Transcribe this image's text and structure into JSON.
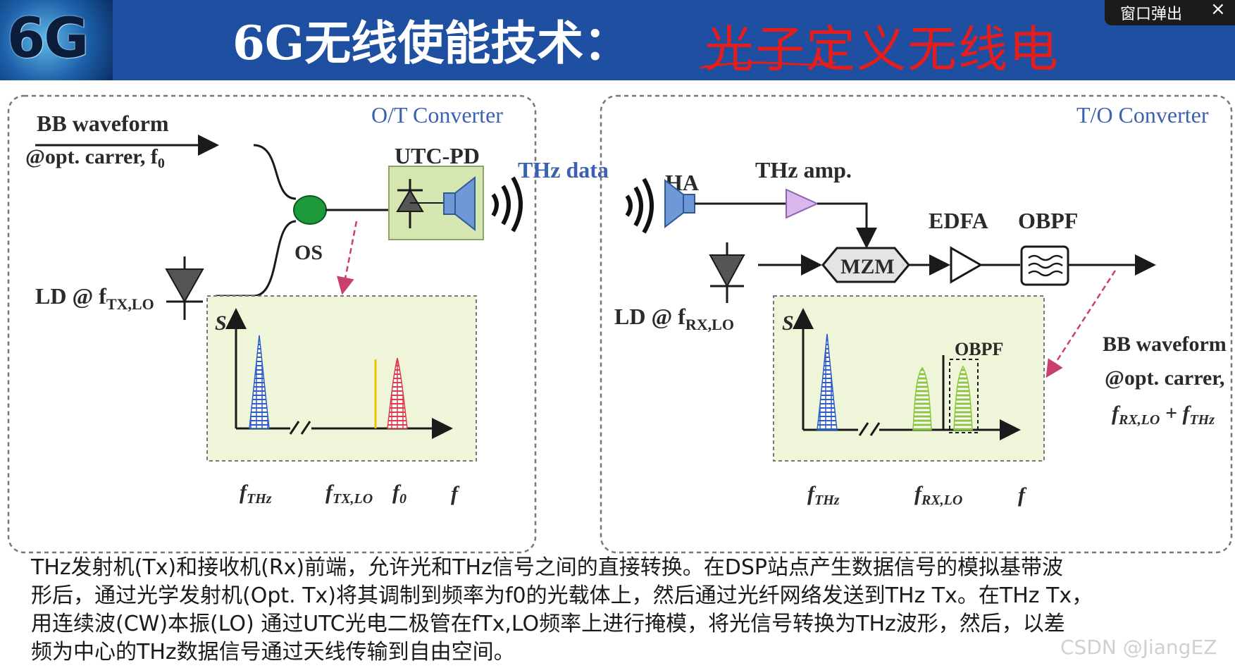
{
  "header": {
    "logo_text": "6G",
    "title": "6G无线使能技术：",
    "title_highlight": "光子定义无线电",
    "popup_label": "窗口弹出",
    "popup_close": "×"
  },
  "diagram": {
    "ot_converter": {
      "title": "O/T Converter",
      "bb_waveform": "BB waveform",
      "opt_carrier": "@opt. carrer, f",
      "opt_carrier_sub": "0",
      "utc_pd": "UTC-PD",
      "os": "OS",
      "ld": "LD @ f",
      "ld_sub": "TX,LO",
      "spectrum": {
        "s_axis": "S",
        "f_axis": "f",
        "ticks": [
          {
            "main": "f",
            "sub": "THz"
          },
          {
            "main": "f",
            "sub": "TX,LO"
          },
          {
            "main": "f",
            "sub": "0"
          }
        ]
      }
    },
    "thz_data": "THz data",
    "to_converter": {
      "title": "T/O Converter",
      "ha": "HA",
      "thz_amp": "THz amp.",
      "edfa": "EDFA",
      "obpf": "OBPF",
      "mzm": "MZM",
      "ld": "LD @ f",
      "ld_sub": "RX,LO",
      "bb_waveform": "BB waveform",
      "opt_carrier": "@opt. carrer,",
      "sum_main1": "f",
      "sum_sub1": "RX,LO",
      "sum_plus": " + ",
      "sum_main2": "f",
      "sum_sub2": "THz",
      "spectrum": {
        "s_axis": "S",
        "f_axis": "f",
        "obpf_label": "OBPF",
        "ticks": [
          {
            "main": "f",
            "sub": "THz"
          },
          {
            "main": "f",
            "sub": "RX,LO"
          }
        ]
      }
    }
  },
  "caption": {
    "line1": "THz发射机(Tx)和接收机(Rx)前端，允许光和THz信号之间的直接转换。在DSP站点产生数据信号的模拟基带波",
    "line2": "形后，通过光学发射机(Opt. Tx)将其调制到频率为f0的光载体上，然后通过光纤网络发送到THz Tx。在THz Tx，",
    "line3": "用连续波(CW)本振(LO) 通过UTC光电二极管在fTx,LO频率上进行掩模，将光信号转换为THz波形，然后，以差",
    "line4": "频为中心的THz数据信号通过天线传输到自由空间。"
  },
  "watermark": "CSDN @JiangEZ",
  "colors": {
    "header_bg": "#1e4fa0",
    "title_highlight": "#e41d1d",
    "converter_title": "#3a62b0",
    "utc_pd_box": "#d5e6b0",
    "coupler": "#1f9a3a",
    "horn_antenna": "#6d9ad6",
    "thz_amp": "#d9b8ee",
    "spectrum_blue": "#2c5cc8",
    "spectrum_red": "#e0394a",
    "spectrum_yellow": "#f2c200",
    "spectrum_green": "#8cc63e",
    "dashed_arrow": "#c9406e"
  }
}
